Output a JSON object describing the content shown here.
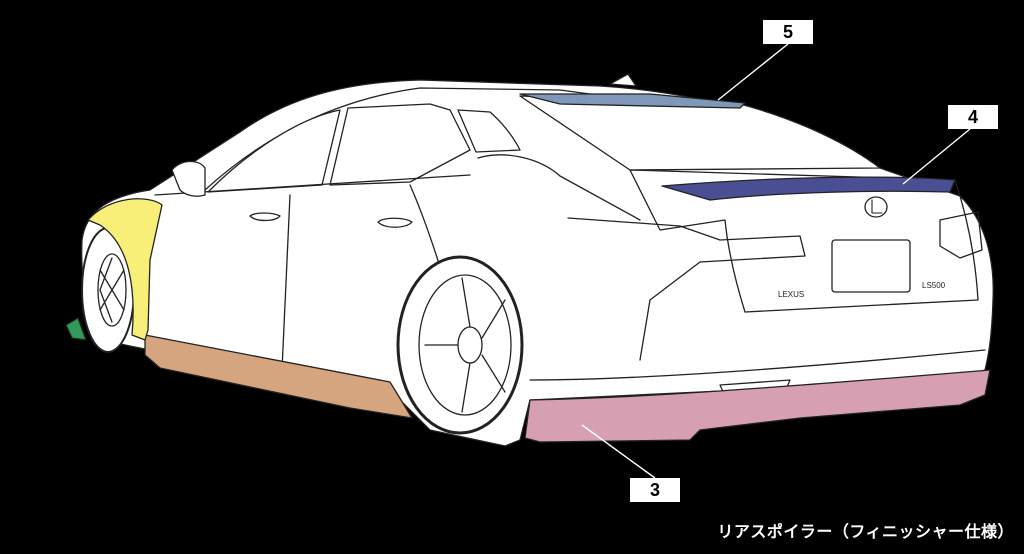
{
  "callouts": {
    "part_5": "5",
    "part_4": "4",
    "part_3": "3"
  },
  "badges": {
    "brand": "LEXUS",
    "model": "LS500"
  },
  "caption": "リアスポイラー（フィニッシャー仕様）",
  "colors": {
    "background": "#000000",
    "body": "#ffffff",
    "outline": "#222222",
    "rear_roof_spoiler": "#7f97b8",
    "trunk_spoiler": "#4a4f93",
    "rear_bumper_spoiler": "#d7a0b2",
    "side_skirt": "#d4a57e",
    "front_fender": "#f7ef78",
    "front_lip": "#2f9a5a"
  }
}
